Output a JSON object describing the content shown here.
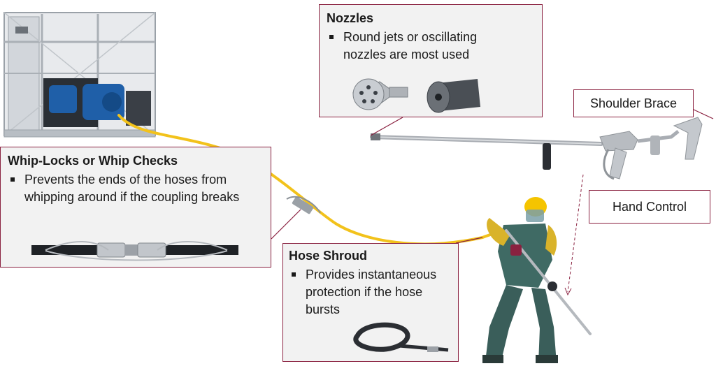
{
  "callouts": {
    "nozzles": {
      "title": "Nozzles",
      "bullet": "Round jets or oscillating nozzles are most used"
    },
    "whip_locks": {
      "title": "Whip-Locks or Whip Checks",
      "bullet": "Prevents the ends of the hoses from whipping around if the coupling breaks"
    },
    "hose_shroud": {
      "title": "Hose Shroud",
      "bullet": "Provides instantaneous protection if the hose bursts"
    }
  },
  "labels": {
    "shoulder_brace": "Shoulder Brace",
    "hand_control": "Hand Control"
  },
  "colors": {
    "border": "#8a2140",
    "box_fill": "#f2f2f2",
    "hose": "#f2c21b",
    "frame_metal": "#c9ced4",
    "pump_blue": "#1f5fa8",
    "helmet": "#f5c400",
    "suit": "#3f6a64"
  }
}
